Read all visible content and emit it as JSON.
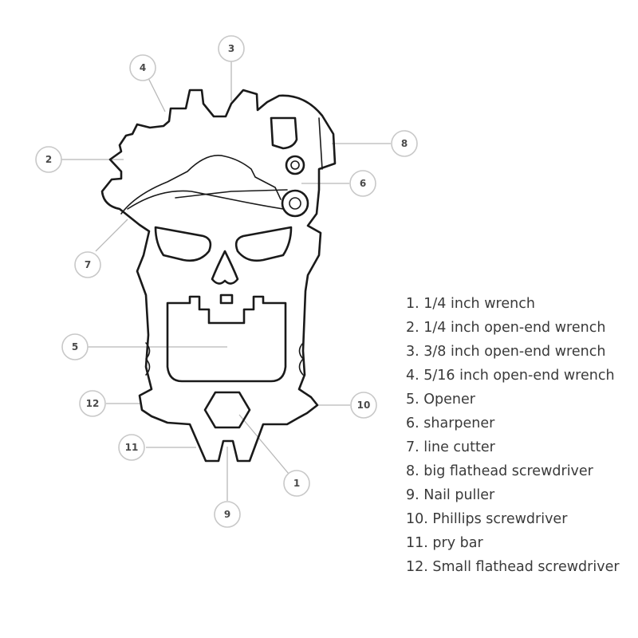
{
  "callouts": [
    "1",
    "2",
    "3",
    "4",
    "5",
    "6",
    "7",
    "8",
    "9",
    "10",
    "11",
    "12"
  ],
  "legend": [
    "1. 1/4 inch wrench",
    "2. 1/4 inch open-end wrench",
    "3. 3/8 inch open-end wrench",
    "4. 5/16 inch open-end wrench",
    "5. Opener",
    "6. sharpener",
    "7. line cutter",
    "8. big flathead screwdriver",
    "9. Nail puller",
    "10. Phillips screwdriver",
    "11. pry bar",
    "12. Small flathead screwdriver"
  ],
  "colors": {
    "line": "#1a1a1a",
    "leader": "#b8b8b8",
    "text": "#3a3a3a"
  }
}
